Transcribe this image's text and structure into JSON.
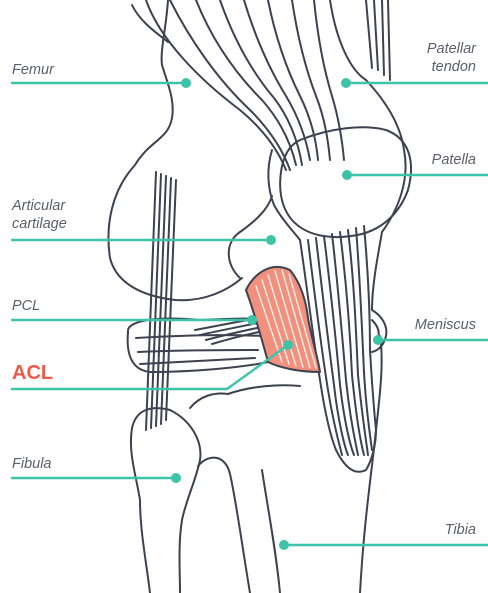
{
  "labels": {
    "femur": "Femur",
    "patellar_tendon_line1": "Patellar",
    "patellar_tendon_line2": "tendon",
    "patella": "Patella",
    "articular_cartilage_line1": "Articular",
    "articular_cartilage_line2": "cartilage",
    "pcl": "PCL",
    "meniscus": "Meniscus",
    "acl": "ACL",
    "fibula": "Fibula",
    "tibia": "Tibia"
  },
  "colors": {
    "outline": "#3d4250",
    "pointer": "#3cc3a8",
    "acl_fill": "#f1907c",
    "acl_label": "#ee5a4a",
    "label_text": "#5a5f6b"
  }
}
